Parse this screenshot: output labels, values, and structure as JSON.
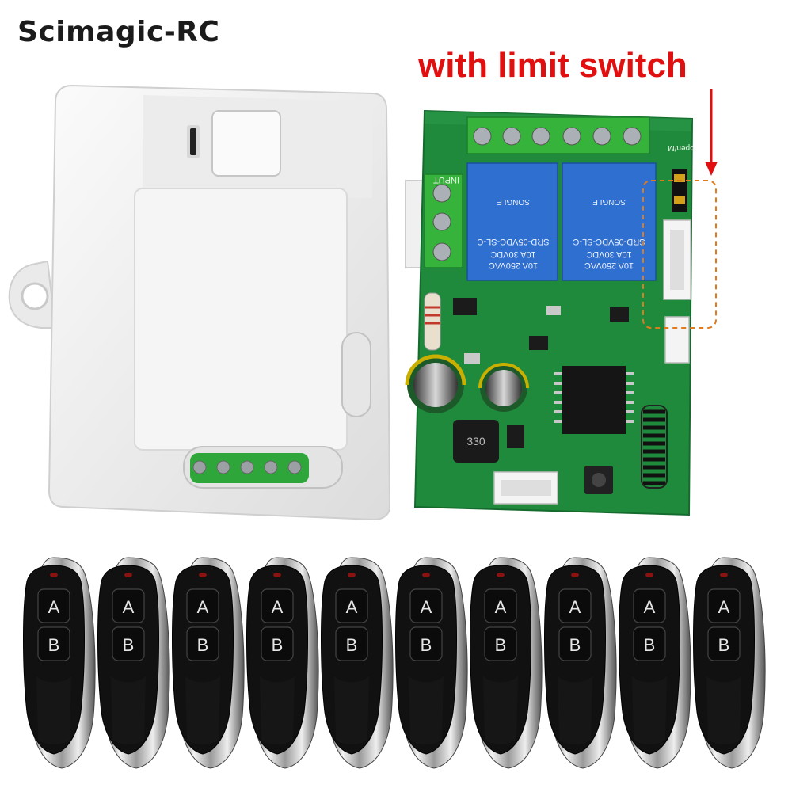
{
  "brand": {
    "logo_text": "Scimagic-RC"
  },
  "callout": {
    "text": "with limit switch"
  },
  "board": {
    "relay_label_lines": [
      "10A 250VAC",
      "10A 30VDC",
      "SRD-05VDC-SL-C"
    ],
    "input_label": "INPUT",
    "relay_brand": "SONGLE",
    "jumper_label": "open/M"
  },
  "remotes": {
    "count": 10,
    "button_labels": [
      "A",
      "B"
    ]
  },
  "colors": {
    "accent_red": "#e01010",
    "pcb_green": "#1f8a3c",
    "relay_blue": "#2f6fd0",
    "terminal_green": "#36b33a",
    "housing_white": "#f2f2f2"
  }
}
